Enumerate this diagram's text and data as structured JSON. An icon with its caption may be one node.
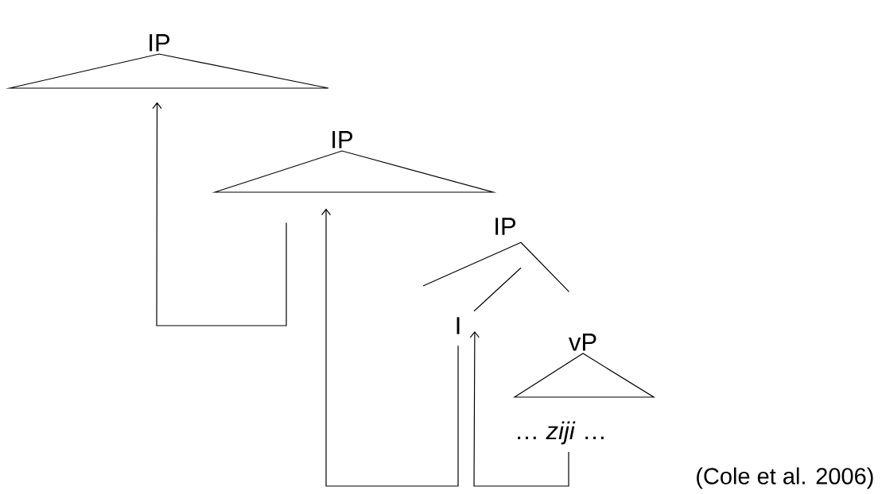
{
  "diagram": {
    "nodes": [
      {
        "text": [
          "IP"
        ]
      },
      {
        "text": [
          "IP"
        ]
      },
      {
        "text": [
          "IP"
        ]
      },
      {
        "text": [
          "I"
        ]
      },
      {
        "text": [
          "vP"
        ]
      },
      {
        "text": [
          "… *ziji* …"
        ]
      }
    ],
    "edges": [
      {
        "from": 1,
        "to": 0,
        "arrow": "to"
      },
      {
        "from": 3,
        "to": 1,
        "arrow": "to"
      },
      {
        "from": 5,
        "to": 3,
        "arrow": "to"
      },
      {
        "from": 2,
        "to": null,
        "arrow": "none"
      },
      {
        "from": 2,
        "to": 4,
        "arrow": "none"
      },
      {
        "from": 2,
        "to": 3,
        "arrow": "none"
      }
    ],
    "labels": [
      "(Cole et al. 2006)"
    ]
  }
}
